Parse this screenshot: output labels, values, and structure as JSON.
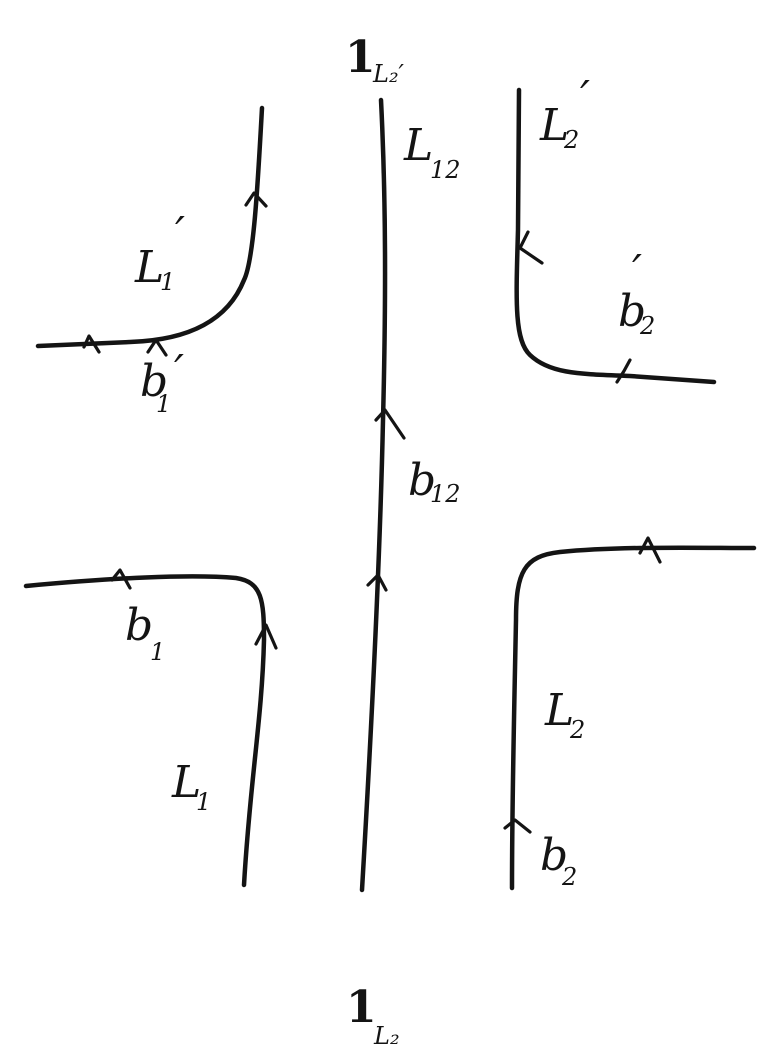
{
  "labels": {
    "top_one_main": "1",
    "top_one_sub": "L₂′",
    "bottom_one_main": "1",
    "bottom_one_sub": "L₂",
    "L12_main": "L",
    "L12_sub": "12",
    "L1p_main": "L",
    "L1p_sub": "1",
    "L1p_prime": "′",
    "b1p_main": "b",
    "b1p_sub": "1",
    "b1p_prime": "′",
    "L2p_main": "L",
    "L2p_sub": "2",
    "L2p_prime": "′",
    "b2p_main": "b",
    "b2p_sub": "2",
    "b2p_prime": "′",
    "b12_main": "b",
    "b12_sub": "12",
    "b1_main": "b",
    "b1_sub": "1",
    "L1_main": "L",
    "L1_sub": "1",
    "L2_main": "L",
    "L2_sub": "2",
    "b2_main": "b",
    "b2_sub": "2"
  },
  "colors": {
    "ink": "#141414",
    "paper": "#ffffff"
  }
}
